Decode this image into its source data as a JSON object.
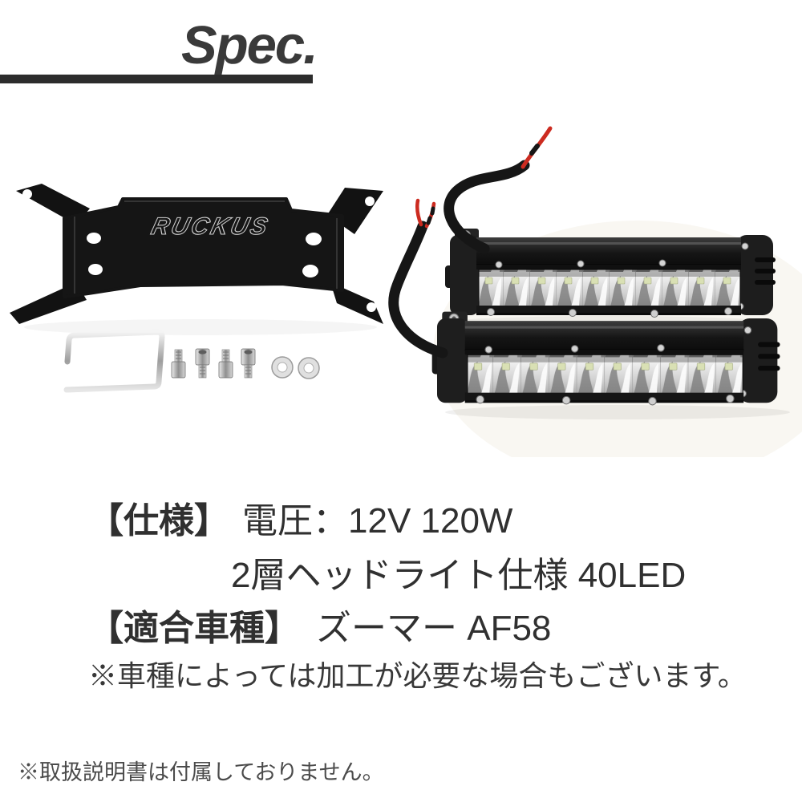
{
  "header": {
    "title": "Spec."
  },
  "photo": {
    "bracket_engraving": "RUCKUS",
    "contents": [
      "mounting-bracket",
      "u-shaped-clamp",
      "hex-bolt",
      "washer",
      "led-light-bar"
    ]
  },
  "specs": {
    "spec_label": "【仕様】",
    "voltage": "電圧：12V 120W",
    "headlight": "2層ヘッドライト仕様 40LED",
    "vehicle_label": "【適合車種】",
    "vehicle": "ズーマー AF58",
    "caution": "※車種によっては加工が必要な場合もございます。"
  },
  "footer": {
    "manual_note": "※取扱説明書は付属しておりません。"
  },
  "colors": {
    "text_dark": "#333333",
    "underline": "#2c2c2c",
    "wire_red": "#cc2b20",
    "housing_black": "#1a1a1a",
    "led_chip": "#d9e0b4"
  }
}
